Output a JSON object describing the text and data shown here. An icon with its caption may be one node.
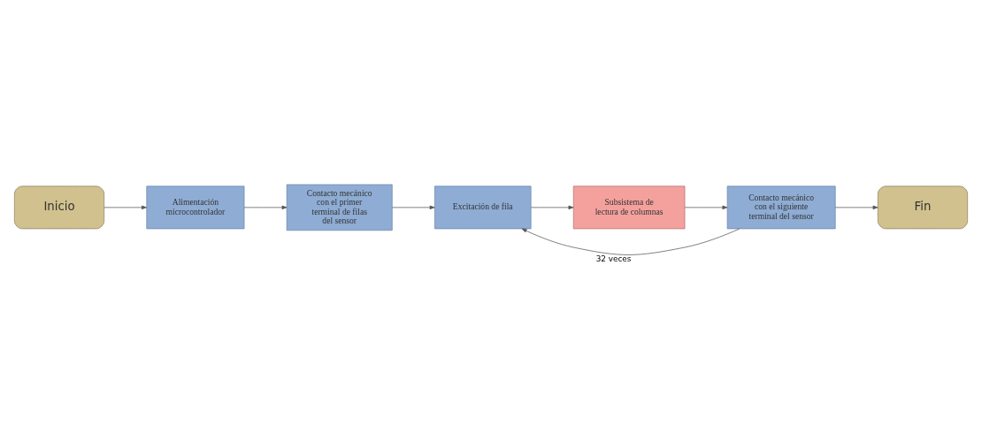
{
  "diagram": {
    "nodes": [
      {
        "text": [
          "Inicio"
        ]
      },
      {
        "text": [
          "Alimentación microcontrolador"
        ]
      },
      {
        "text": [
          "Contacto mecánico con el primer terminal de filas del sensor"
        ]
      },
      {
        "text": [
          "Excitación de fila"
        ]
      },
      {
        "text": [
          "Subsistema de lectura de columnas"
        ]
      },
      {
        "text": [
          "Contacto mecánico con el siguiente terminal del sensor"
        ]
      },
      {
        "text": [
          "Fin"
        ]
      }
    ],
    "edges": [
      {
        "from": 0,
        "to": 1,
        "arrow": "to"
      },
      {
        "from": 1,
        "to": 2,
        "arrow": "to"
      },
      {
        "from": 2,
        "to": 3,
        "arrow": "to"
      },
      {
        "from": 3,
        "to": 4,
        "arrow": "to"
      },
      {
        "from": 4,
        "to": 5,
        "arrow": "to"
      },
      {
        "from": 5,
        "to": 6,
        "arrow": "to"
      },
      {
        "from": 5,
        "to": 3,
        "arrow": "to",
        "label": "32 veces"
      }
    ]
  }
}
